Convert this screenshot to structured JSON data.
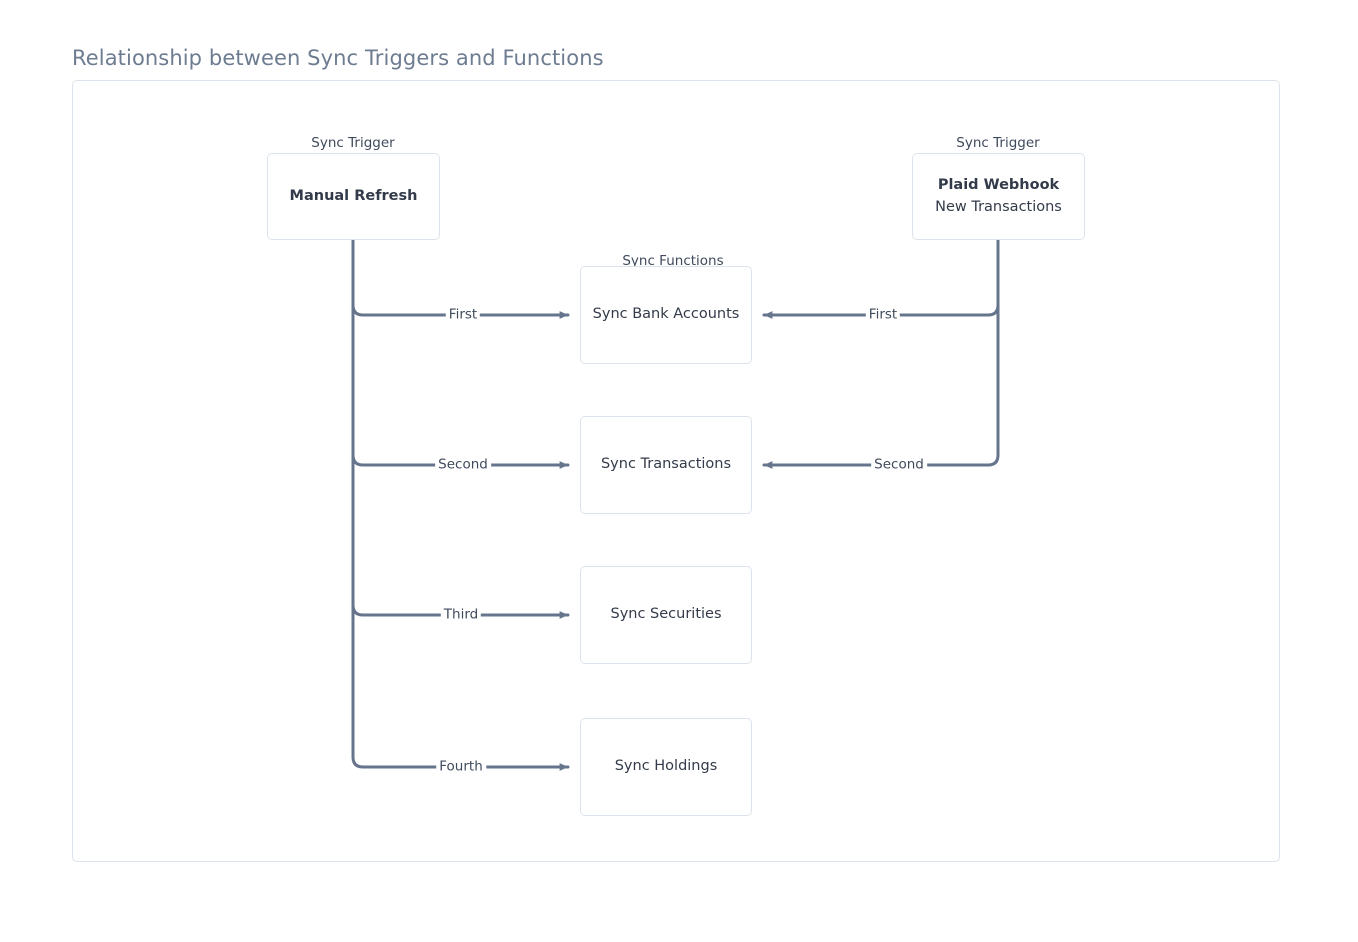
{
  "title": "Relationship between Sync Triggers and Functions",
  "group_labels": {
    "trigger_left": "Sync Trigger",
    "trigger_right": "Sync Trigger",
    "functions": "Sync Functions"
  },
  "triggers": [
    {
      "id": "manual-refresh",
      "title": "Manual Refresh",
      "subtitle": ""
    },
    {
      "id": "plaid-webhook",
      "title": "Plaid Webhook",
      "subtitle": "New Transactions"
    }
  ],
  "functions": [
    {
      "id": "sync-bank-accounts",
      "title": "Sync Bank Accounts"
    },
    {
      "id": "sync-transactions",
      "title": "Sync Transactions"
    },
    {
      "id": "sync-securities",
      "title": "Sync Securities"
    },
    {
      "id": "sync-holdings",
      "title": "Sync Holdings"
    }
  ],
  "edges": [
    {
      "from": "manual-refresh",
      "to": "sync-bank-accounts",
      "label": "First"
    },
    {
      "from": "manual-refresh",
      "to": "sync-transactions",
      "label": "Second"
    },
    {
      "from": "manual-refresh",
      "to": "sync-securities",
      "label": "Third"
    },
    {
      "from": "manual-refresh",
      "to": "sync-holdings",
      "label": "Fourth"
    },
    {
      "from": "plaid-webhook",
      "to": "sync-bank-accounts",
      "label": "First"
    },
    {
      "from": "plaid-webhook",
      "to": "sync-transactions",
      "label": "Second"
    }
  ],
  "colors": {
    "edge": "#66748c",
    "node_border": "#dde3ec",
    "node_text": "#333b4a",
    "label_text": "#3f4a5c",
    "title_text": "#6d7c90",
    "background": "#ffffff"
  }
}
